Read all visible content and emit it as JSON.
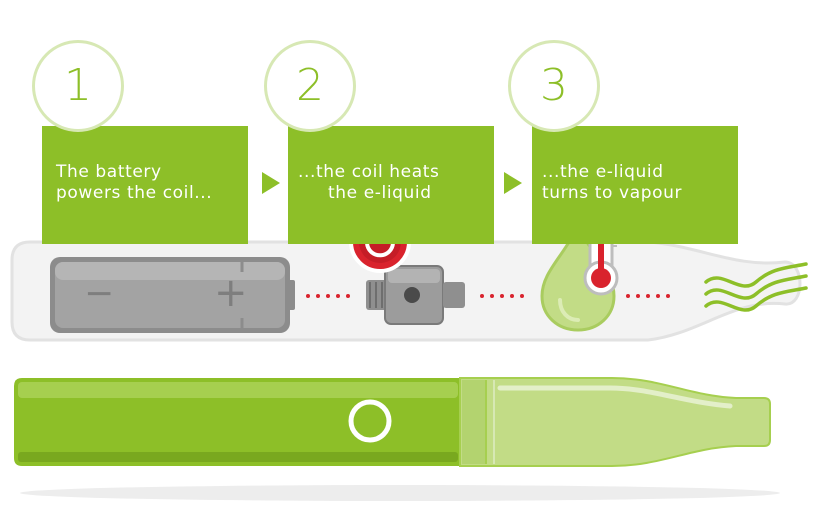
{
  "steps": [
    {
      "number": "1",
      "text": "The battery\npowers the coil..."
    },
    {
      "number": "2",
      "text": "...the coil heats\n     the e-liquid"
    },
    {
      "number": "3",
      "text": "...the e-liquid\nturns to vapour"
    }
  ],
  "battery": {
    "minus": "−",
    "plus": "+"
  },
  "icons": [
    "power-icon",
    "thermometer-icon",
    "vapour-icon",
    "arrow-right-icon"
  ],
  "colors": {
    "green": "#8dbf28",
    "light_green": "#c2dc86",
    "battery_grey": "#9a9a9a",
    "power_red": "#d9232d",
    "tube_grey": "#f2f2f2"
  }
}
